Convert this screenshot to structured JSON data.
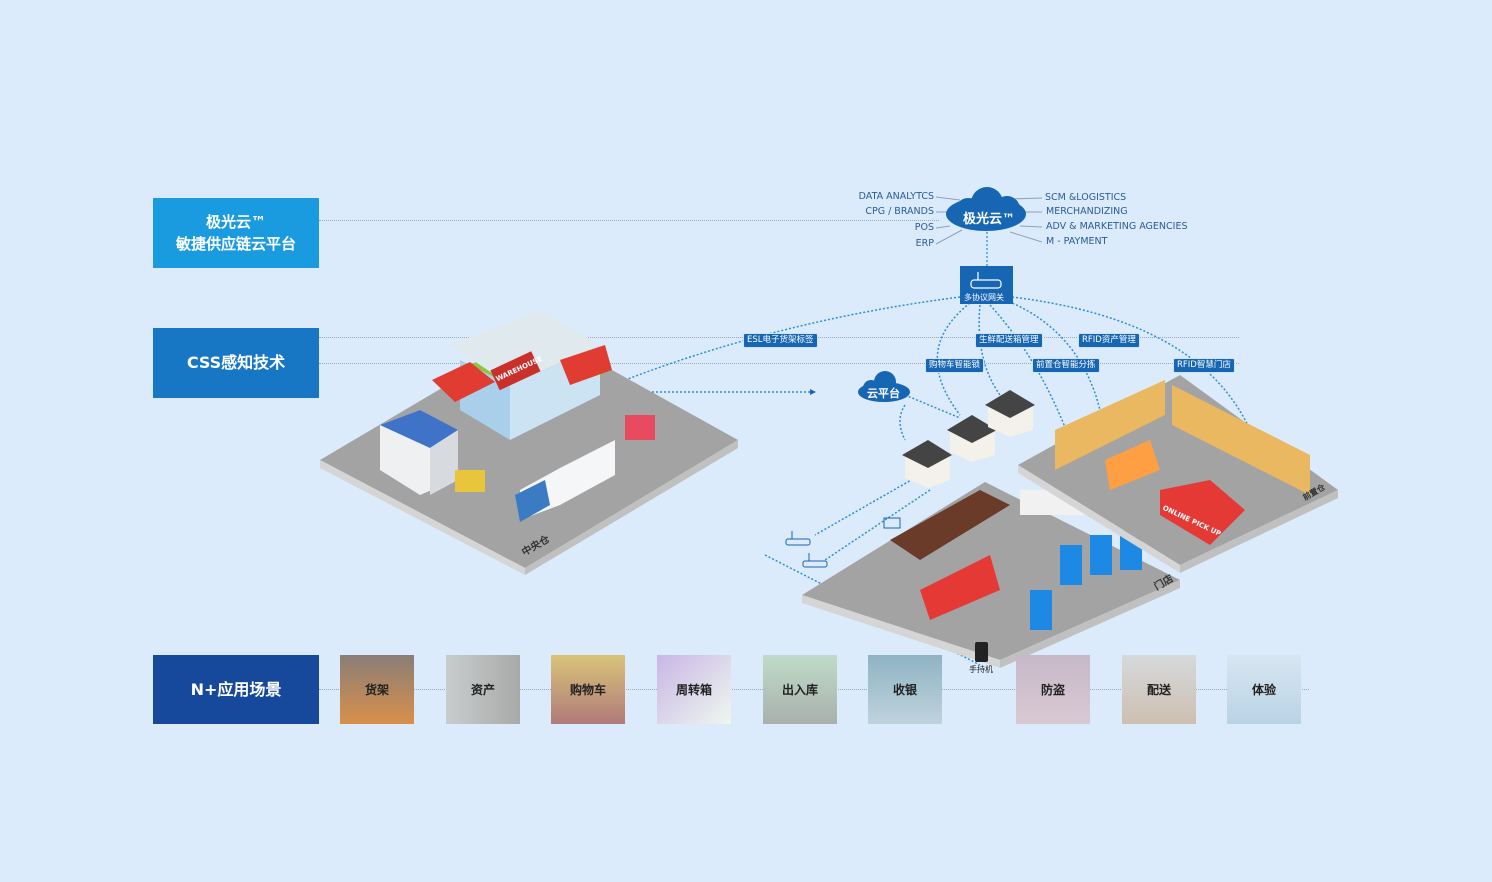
{
  "layers": [
    {
      "lines": [
        "极光云™",
        "敏捷供应链云平台"
      ],
      "color": "#1a9be0"
    },
    {
      "lines": [
        "CSS感知技术"
      ],
      "color": "#1777c4"
    },
    {
      "lines": [
        "N+应用场景"
      ],
      "color": "#16489c"
    }
  ],
  "cloud": {
    "label": "极光云™",
    "left_items": [
      "DATA ANALYTCS",
      "CPG / BRANDS",
      "POS",
      "ERP"
    ],
    "right_items": [
      "SCM &LOGISTICS",
      "MERCHANDIZING",
      "ADV & MARKETING AGENCIES",
      "M - PAYMENT"
    ]
  },
  "gateway": {
    "label": "多协议网关",
    "icon": "router-icon"
  },
  "cloud_platform": {
    "label": "云平台"
  },
  "tech_tags": [
    "ESL电子货架标签",
    "生鲜配送箱管理",
    "RFID资产管理",
    "购物车智能锁",
    "前置仓智能分拣",
    "RFID智慧门店"
  ],
  "sites": {
    "warehouse_sign": "WAREHOUSE",
    "central": "中央仓",
    "store": "门店",
    "front": "前置仓",
    "pickup_sign": "ONLINE PICK UP",
    "handheld": "手持机"
  },
  "scenarios": [
    "货架",
    "资产",
    "购物车",
    "周转箱",
    "出入库",
    "收银",
    "防盗",
    "配送",
    "体验"
  ],
  "colors": {
    "background": "#dbebfb",
    "accent": "#1766b3",
    "dotted_link": "#2a8fd6"
  }
}
